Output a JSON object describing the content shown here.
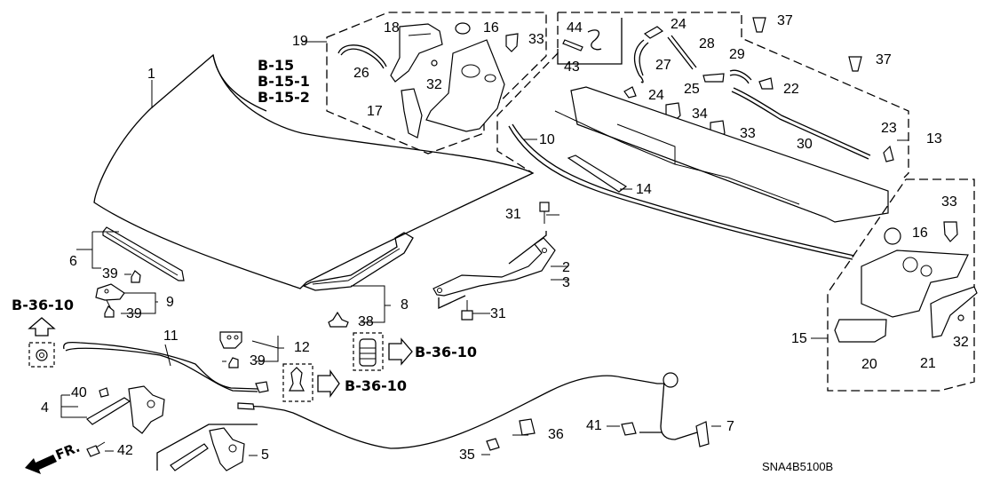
{
  "diagram": {
    "title": "Hood / Hood Hinge / Cowl Top parts diagram",
    "code": "SNA4B5100B",
    "direction_label": "FR.",
    "references": {
      "top_left": [
        "B-15",
        "B-15-1",
        "B-15-2"
      ],
      "left_arrow": "B-36-10",
      "center_arrow_1": "B-36-10",
      "center_arrow_2": "B-36-10"
    },
    "callouts": [
      {
        "id": "c1",
        "label": "1",
        "part": "hood"
      },
      {
        "id": "c2",
        "label": "2",
        "part": "hood hinge R"
      },
      {
        "id": "c3",
        "label": "3",
        "part": "hood hinge L"
      },
      {
        "id": "c4",
        "label": "4",
        "part": "hood latch assembly"
      },
      {
        "id": "c5",
        "label": "5",
        "part": "hood latch"
      },
      {
        "id": "c6",
        "label": "6",
        "part": "hood seal rubber"
      },
      {
        "id": "c7",
        "label": "7",
        "part": "hood opener"
      },
      {
        "id": "c8",
        "label": "8",
        "part": "hood seal"
      },
      {
        "id": "c9",
        "label": "9",
        "part": "hood stay holder"
      },
      {
        "id": "c10",
        "label": "10",
        "part": "cowl seal"
      },
      {
        "id": "c11",
        "label": "11",
        "part": "hood support rod"
      },
      {
        "id": "c12",
        "label": "12",
        "part": "hood holder"
      },
      {
        "id": "c13",
        "label": "13",
        "part": "cowl top assembly"
      },
      {
        "id": "c14",
        "label": "14",
        "part": "cowl top cover"
      },
      {
        "id": "c15",
        "label": "15",
        "part": "bracket assembly"
      },
      {
        "id": "c16a",
        "label": "16",
        "part": "cap"
      },
      {
        "id": "c16b",
        "label": "16",
        "part": "cap"
      },
      {
        "id": "c17",
        "label": "17",
        "part": "seal"
      },
      {
        "id": "c18",
        "label": "18",
        "part": "cover"
      },
      {
        "id": "c19",
        "label": "19",
        "part": "bracket assembly"
      },
      {
        "id": "c20",
        "label": "20",
        "part": "cover"
      },
      {
        "id": "c21",
        "label": "21",
        "part": "seal"
      },
      {
        "id": "c22",
        "label": "22",
        "part": "joint"
      },
      {
        "id": "c23",
        "label": "23",
        "part": "joint"
      },
      {
        "id": "c24a",
        "label": "24",
        "part": "check valve"
      },
      {
        "id": "c24b",
        "label": "24",
        "part": "check valve"
      },
      {
        "id": "c25",
        "label": "25",
        "part": "joint"
      },
      {
        "id": "c26",
        "label": "26",
        "part": "tube"
      },
      {
        "id": "c27",
        "label": "27",
        "part": "tube"
      },
      {
        "id": "c28",
        "label": "28",
        "part": "tube"
      },
      {
        "id": "c29",
        "label": "29",
        "part": "tube"
      },
      {
        "id": "c30",
        "label": "30",
        "part": "tube"
      },
      {
        "id": "c31a",
        "label": "31",
        "part": "bolt"
      },
      {
        "id": "c31b",
        "label": "31",
        "part": "bolt"
      },
      {
        "id": "c32a",
        "label": "32",
        "part": "nut"
      },
      {
        "id": "c32b",
        "label": "32",
        "part": "nut"
      },
      {
        "id": "c33a",
        "label": "33",
        "part": "washer nozzle"
      },
      {
        "id": "c33b",
        "label": "33",
        "part": "washer nozzle"
      },
      {
        "id": "c33c",
        "label": "33",
        "part": "washer nozzle"
      },
      {
        "id": "c34",
        "label": "34",
        "part": "washer nozzle"
      },
      {
        "id": "c35",
        "label": "35",
        "part": "clip"
      },
      {
        "id": "c36",
        "label": "36",
        "part": "clip"
      },
      {
        "id": "c37a",
        "label": "37",
        "part": "clip"
      },
      {
        "id": "c37b",
        "label": "37",
        "part": "clip"
      },
      {
        "id": "c38",
        "label": "38",
        "part": "clip"
      },
      {
        "id": "c39a",
        "label": "39",
        "part": "clip"
      },
      {
        "id": "c39b",
        "label": "39",
        "part": "clip"
      },
      {
        "id": "c39c",
        "label": "39",
        "part": "clip"
      },
      {
        "id": "c40",
        "label": "40",
        "part": "nut"
      },
      {
        "id": "c41",
        "label": "41",
        "part": "switch"
      },
      {
        "id": "c42",
        "label": "42",
        "part": "bolt"
      },
      {
        "id": "c43",
        "label": "43",
        "part": "joint"
      },
      {
        "id": "c44",
        "label": "44",
        "part": "tube"
      }
    ]
  }
}
